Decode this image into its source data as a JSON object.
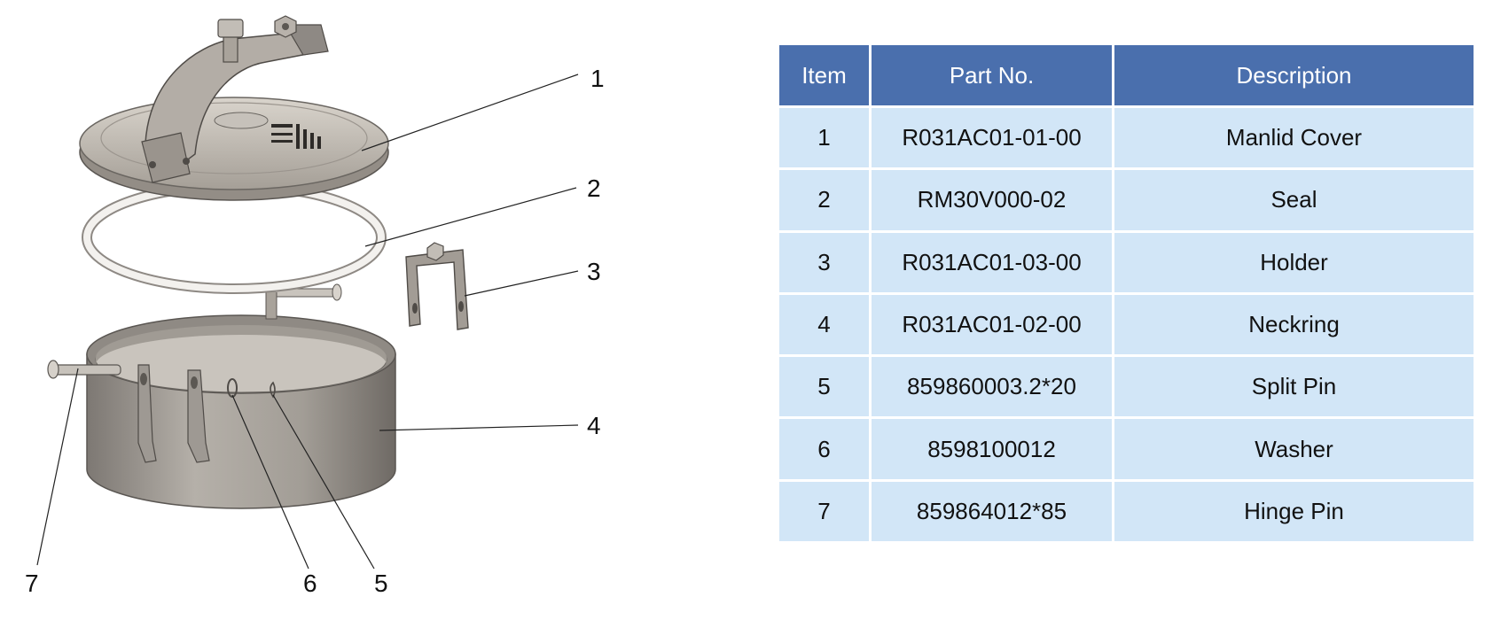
{
  "callouts": [
    "1",
    "2",
    "3",
    "4",
    "5",
    "6",
    "7"
  ],
  "table": {
    "headers": {
      "item": "Item",
      "part_no": "Part No.",
      "description": "Description"
    },
    "rows": [
      {
        "item": "1",
        "part_no": "R031AC01-01-00",
        "description": "Manlid Cover"
      },
      {
        "item": "2",
        "part_no": "RM30V000-02",
        "description": "Seal"
      },
      {
        "item": "3",
        "part_no": "R031AC01-03-00",
        "description": "Holder"
      },
      {
        "item": "4",
        "part_no": "R031AC01-02-00",
        "description": "Neckring"
      },
      {
        "item": "5",
        "part_no": "859860003.2*20",
        "description": "Split Pin"
      },
      {
        "item": "6",
        "part_no": "8598100012",
        "description": "Washer"
      },
      {
        "item": "7",
        "part_no": "859864012*85",
        "description": "Hinge Pin"
      }
    ]
  },
  "colors": {
    "header_bg": "#4a6fad",
    "row_bg": "#d2e6f7",
    "metal": "#a9a39b"
  }
}
